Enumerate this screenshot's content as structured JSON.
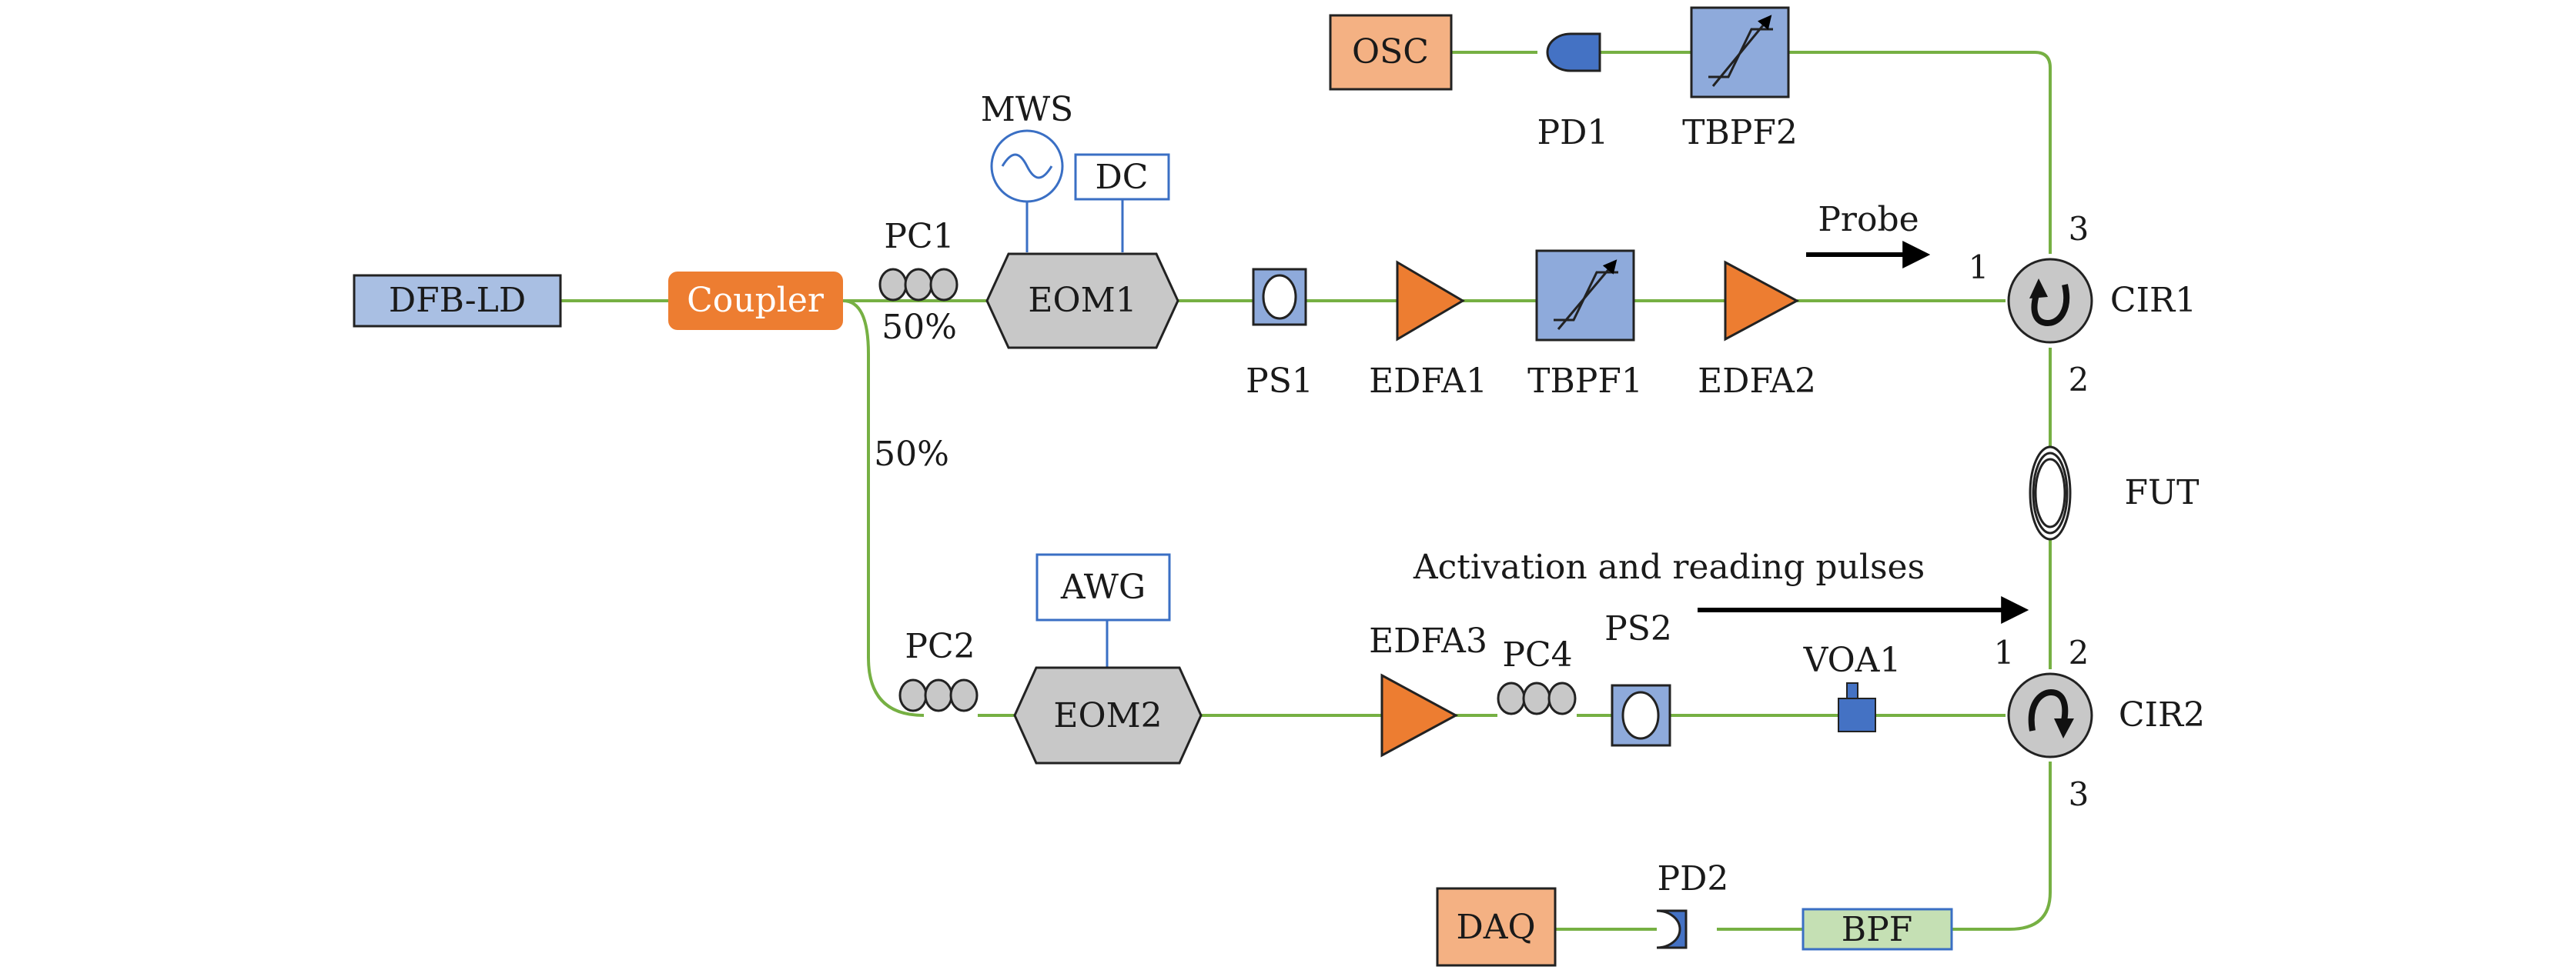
{
  "labels": {
    "dfb_ld": "DFB-LD",
    "coupler": "Coupler",
    "pc1": "PC1",
    "split_top": "50%",
    "split_bottom": "50%",
    "mws": "MWS",
    "dc": "DC",
    "eom1": "EOM1",
    "ps1": "PS1",
    "edfa1": "EDFA1",
    "tbpf1": "TBPF1",
    "edfa2": "EDFA2",
    "probe": "Probe",
    "osc": "OSC",
    "pd1": "PD1",
    "tbpf2": "TBPF2",
    "cir1": "CIR1",
    "cir1_port1": "1",
    "cir1_port2": "2",
    "cir1_port3": "3",
    "fut": "FUT",
    "activation": "Activation and reading pulses",
    "pc2": "PC2",
    "awg": "AWG",
    "eom2": "EOM2",
    "edfa3": "EDFA3",
    "pc4": "PC4",
    "ps2": "PS2",
    "voa1": "VOA1",
    "cir2": "CIR2",
    "cir2_port1": "1",
    "cir2_port2": "2",
    "cir2_port3": "3",
    "daq": "DAQ",
    "pd2": "PD2",
    "bpf": "BPF"
  },
  "colors": {
    "fiber": "#76b043",
    "electrical": "#3a6fc4",
    "laser_box": "#a9bfe3",
    "coupler": "#ed7d31",
    "amplifier": "#ed7d31",
    "filter": "#8eaadb",
    "modulator": "#c8c8c8",
    "instrument": "#f4b183",
    "photodiode": "#4472c4",
    "bpf": "#c5e0b4",
    "circulator": "#c8c8c8"
  }
}
